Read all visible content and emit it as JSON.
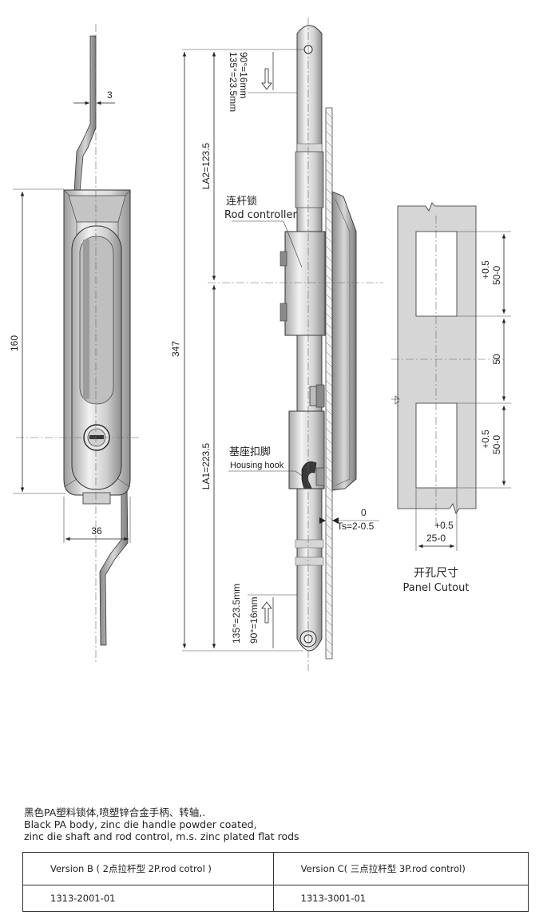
{
  "dimensions": {
    "thickness": "3",
    "height": "160",
    "width": "36",
    "total_length": "347",
    "la2": "LA2=123.5",
    "la1": "LA1=223.5",
    "stroke_top_90": "90°=16mm",
    "stroke_top_135": "135°=23.5mm",
    "stroke_bot_135": "135°=23.5mm",
    "stroke_bot_90": "90°=16mm",
    "ts_tol": "0",
    "ts": "Ts=2-0.5"
  },
  "labels": {
    "rod_cn": "连杆锁",
    "rod_en": "Rod controller",
    "hook_cn": "基座扣脚",
    "hook_en": "Housing hook",
    "cutout_cn": "开孔尺寸",
    "cutout_en": "Panel Cutout"
  },
  "cutout": {
    "upper_tol": "+0.5",
    "upper": "50-0",
    "gap": "50",
    "lower_tol": "+0.5",
    "lower": "50-0",
    "width_tol": "+0.5",
    "width": "25-0"
  },
  "notes": {
    "line1": "黑色PA塑料锁体,喷塑锌合金手柄、转轴,.",
    "line2": "Black PA body, zinc die handle powder coated,",
    "line3": "zinc die shaft and rod control, m.s. zinc plated flat rods"
  },
  "table": {
    "header": [
      "Version B ( 2点拉杆型 2P.rod cotrol )",
      "Version C( 三点拉杆型 3P.rod control)"
    ],
    "row": [
      "1313-2001-01",
      "1313-3001-01"
    ]
  }
}
